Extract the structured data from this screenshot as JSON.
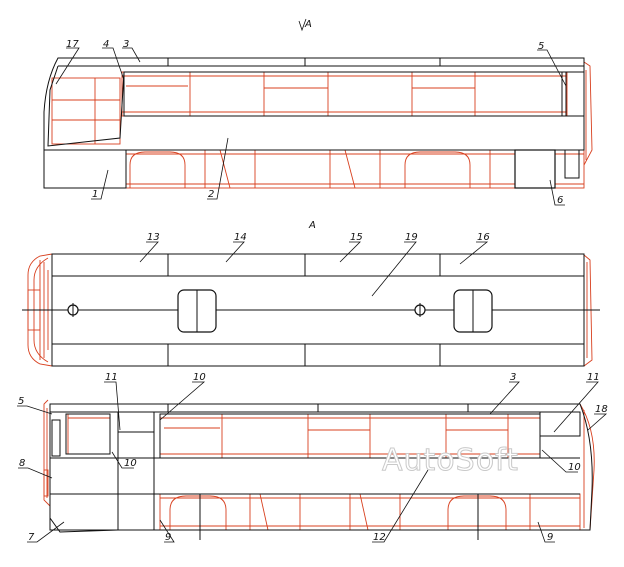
{
  "view_labels": {
    "view_arrow": "A",
    "top_view": "A"
  },
  "watermark": "AutoSoft",
  "callouts": {
    "c1": "1",
    "c2": "2",
    "c3": "3",
    "c4": "4",
    "c5": "5",
    "c6": "6",
    "c17": "17",
    "c13": "13",
    "c14": "14",
    "c15": "15",
    "c16": "16",
    "c19": "19",
    "c5b": "5",
    "c8": "8",
    "c7": "7",
    "c11a": "11",
    "c10a": "10",
    "c10b": "10",
    "c9a": "9",
    "c3b": "3",
    "c11b": "11",
    "c18": "18",
    "c10c": "10",
    "c12": "12",
    "c9b": "9"
  },
  "colors": {
    "outline": "#111111",
    "frame": "#d8401f",
    "watermark_stroke": "#c9c9c9"
  }
}
